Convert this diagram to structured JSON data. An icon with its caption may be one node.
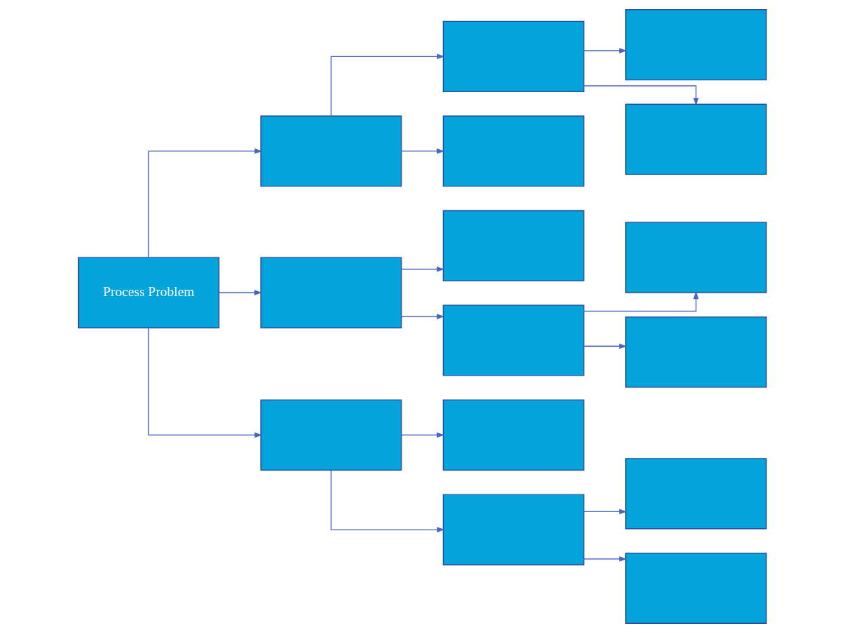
{
  "diagram": {
    "nodes": [
      {
        "text": [
          "Process Problem"
        ]
      },
      {
        "text": [],
        "shape": "box"
      },
      {
        "text": [],
        "shape": "box"
      },
      {
        "text": [],
        "shape": "box"
      },
      {
        "text": [],
        "shape": "box"
      },
      {
        "text": [],
        "shape": "box"
      },
      {
        "text": [],
        "shape": "box"
      },
      {
        "text": [],
        "shape": "box"
      },
      {
        "text": [],
        "shape": "box"
      },
      {
        "text": [],
        "shape": "box"
      },
      {
        "text": [],
        "shape": "box"
      },
      {
        "text": [],
        "shape": "box"
      },
      {
        "text": [],
        "shape": "box"
      },
      {
        "text": [],
        "shape": "box"
      },
      {
        "text": [],
        "shape": "box"
      },
      {
        "text": [],
        "shape": "box"
      }
    ],
    "edges": [
      {
        "from": 0,
        "to": 1,
        "arrow": "to"
      },
      {
        "from": 0,
        "to": 2,
        "arrow": "to"
      },
      {
        "from": 0,
        "to": 3,
        "arrow": "to"
      },
      {
        "from": 1,
        "to": 4,
        "arrow": "to"
      },
      {
        "from": 1,
        "to": 5,
        "arrow": "to"
      },
      {
        "from": 2,
        "to": 6,
        "arrow": "to"
      },
      {
        "from": 2,
        "to": 7,
        "arrow": "to"
      },
      {
        "from": 3,
        "to": 8,
        "arrow": "to"
      },
      {
        "from": 3,
        "to": 9,
        "arrow": "to"
      },
      {
        "from": 4,
        "to": 10,
        "arrow": "to"
      },
      {
        "from": 4,
        "to": 11,
        "arrow": "to"
      },
      {
        "from": 7,
        "to": 12,
        "arrow": "to"
      },
      {
        "from": 7,
        "to": 13,
        "arrow": "to"
      },
      {
        "from": 9,
        "to": 14,
        "arrow": "to"
      },
      {
        "from": 9,
        "to": 15,
        "arrow": "to"
      }
    ]
  }
}
